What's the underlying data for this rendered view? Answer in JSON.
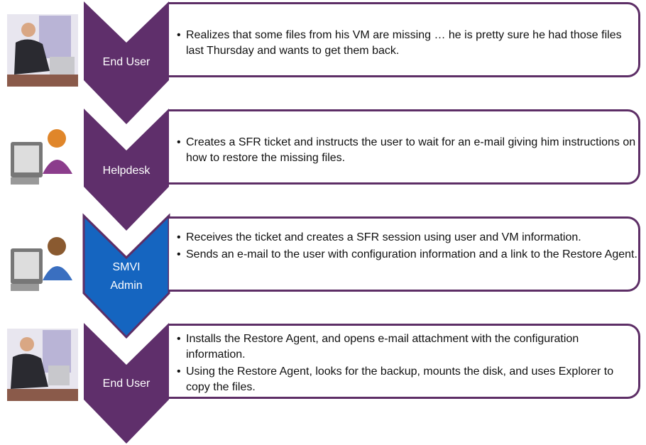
{
  "steps": [
    {
      "role": "End User",
      "color": "#5f2f6b",
      "icon": "businessman-at-desk-icon",
      "bullets": [
        "Realizes that some files from his VM are missing … he is pretty sure he had those files last Thursday and wants to get them back."
      ]
    },
    {
      "role": "Helpdesk",
      "color": "#5f2f6b",
      "icon": "helpdesk-operator-headset-icon",
      "bullets": [
        "Creates a SFR ticket and instructs the user to wait for an e-mail giving him instructions on how to restore the missing files."
      ]
    },
    {
      "role": "SMVI Admin",
      "color": "#1565c0",
      "icon": "admin-at-computer-icon",
      "bullets": [
        "Receives the ticket and creates a SFR session using user and VM information.",
        "Sends an e-mail to the user with configuration information and a link to the Restore Agent."
      ]
    },
    {
      "role": "End User",
      "color": "#5f2f6b",
      "icon": "businessman-at-desk-icon",
      "bullets": [
        "Installs the Restore Agent, and opens e-mail attachment with the configuration information.",
        "Using the Restore Agent, looks for the backup, mounts the disk, and uses Explorer to copy the files."
      ]
    }
  ]
}
